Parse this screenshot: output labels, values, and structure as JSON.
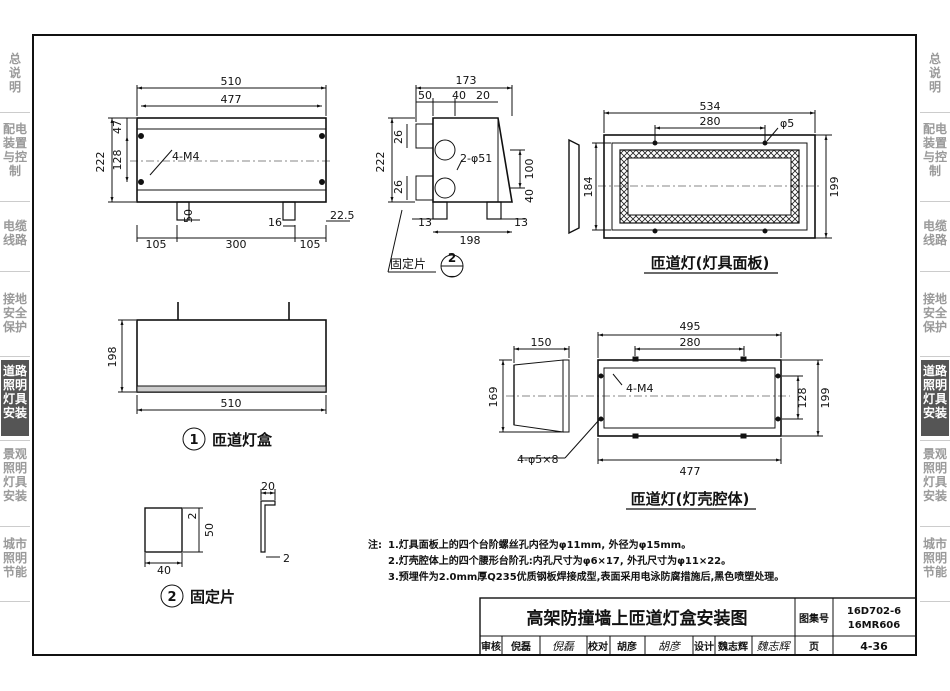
{
  "side_tabs": [
    {
      "label": "总说明",
      "lines": [
        "总",
        "说",
        "明"
      ],
      "active": false
    },
    {
      "label": "配电装置与控制",
      "lines": [
        "配电",
        "装置",
        "与控",
        "制"
      ],
      "active": false
    },
    {
      "label": "电缆线路",
      "lines": [
        "电缆",
        "线路"
      ],
      "active": false
    },
    {
      "label": "接地安全保护",
      "lines": [
        "接地",
        "安全",
        "保护"
      ],
      "active": false
    },
    {
      "label": "道路照明灯具安装",
      "lines": [
        "道路",
        "照明",
        "灯具",
        "安装"
      ],
      "active": true
    },
    {
      "label": "景观照明灯具安装",
      "lines": [
        "景观",
        "照明",
        "灯具",
        "安装"
      ],
      "active": false
    },
    {
      "label": "城市照明节能",
      "lines": [
        "城市",
        "照明",
        "节能"
      ],
      "active": false
    }
  ],
  "drawings": {
    "box_front": {
      "dims": {
        "total_width": "510",
        "inner_width": "477",
        "height": "222",
        "top_offset": "47",
        "mid_height": "128",
        "bolts": "4-M4",
        "tab_width": "50",
        "tab_gap": "16",
        "right_offset": "22.5",
        "left_seg": "105",
        "mid_seg": "300",
        "right_seg": "105"
      }
    },
    "box_side": {
      "dims": {
        "total": "173",
        "a": "50",
        "b": "40",
        "c": "20",
        "height": "222",
        "upper": "26",
        "lower": "26",
        "holes": "2-φ51",
        "hole_gap": "100",
        "hole_low": "40",
        "bottom": "198",
        "left_tab": "13",
        "right_tab": "13"
      },
      "label_bracket": "固定片",
      "ref_num": "2",
      "ref_sub": "—"
    },
    "panel_front": {
      "dims": {
        "width": "534",
        "inner": "280",
        "hole": "φ5",
        "height": "184",
        "outer_h": "199"
      },
      "caption": "匝道灯(灯具面板)"
    },
    "box_bottom": {
      "dims": {
        "width": "510",
        "height": "198"
      },
      "caption_num": "1",
      "caption": "匝道灯盒"
    },
    "shell": {
      "dims": {
        "top": "495",
        "inner": "280",
        "side_w": "150",
        "side_h": "169",
        "bolts": "4-M4",
        "h1": "128",
        "h2": "199",
        "slots": "4-φ5×8",
        "bottom": "477"
      },
      "caption": "匝道灯(灯壳腔体)"
    },
    "bracket": {
      "dims": {
        "w": "40",
        "h1": "2",
        "h2": "50",
        "top": "20",
        "thk": "2"
      },
      "caption_num": "2",
      "caption": "固定片"
    }
  },
  "notes": {
    "prefix": "注:",
    "lines": [
      "1.灯具面板上的四个台阶螺丝孔内径为φ11mm, 外径为φ15mm。",
      "2.灯壳腔体上的四个腰形台阶孔:内孔尺寸为φ6×17, 外孔尺寸为φ11×22。",
      "3.预埋件为2.0mm厚Q235优质钢板焊接成型,表面采用电泳防腐措施后,黑色喷塑处理。"
    ]
  },
  "title_block": {
    "title": "高架防撞墙上匝道灯盒安装图",
    "atlas_label": "图集号",
    "atlas_no_1": "16D702-6",
    "atlas_no_2": "16MR606",
    "review_label": "审核",
    "reviewer": "倪磊",
    "reviewer_sig": "倪磊",
    "check_label": "校对",
    "checker": "胡彦",
    "checker_sig": "胡彦",
    "design_label": "设计",
    "designer": "魏志辉",
    "designer_sig": "魏志辉",
    "page_label": "页",
    "page_no": "4-36"
  }
}
